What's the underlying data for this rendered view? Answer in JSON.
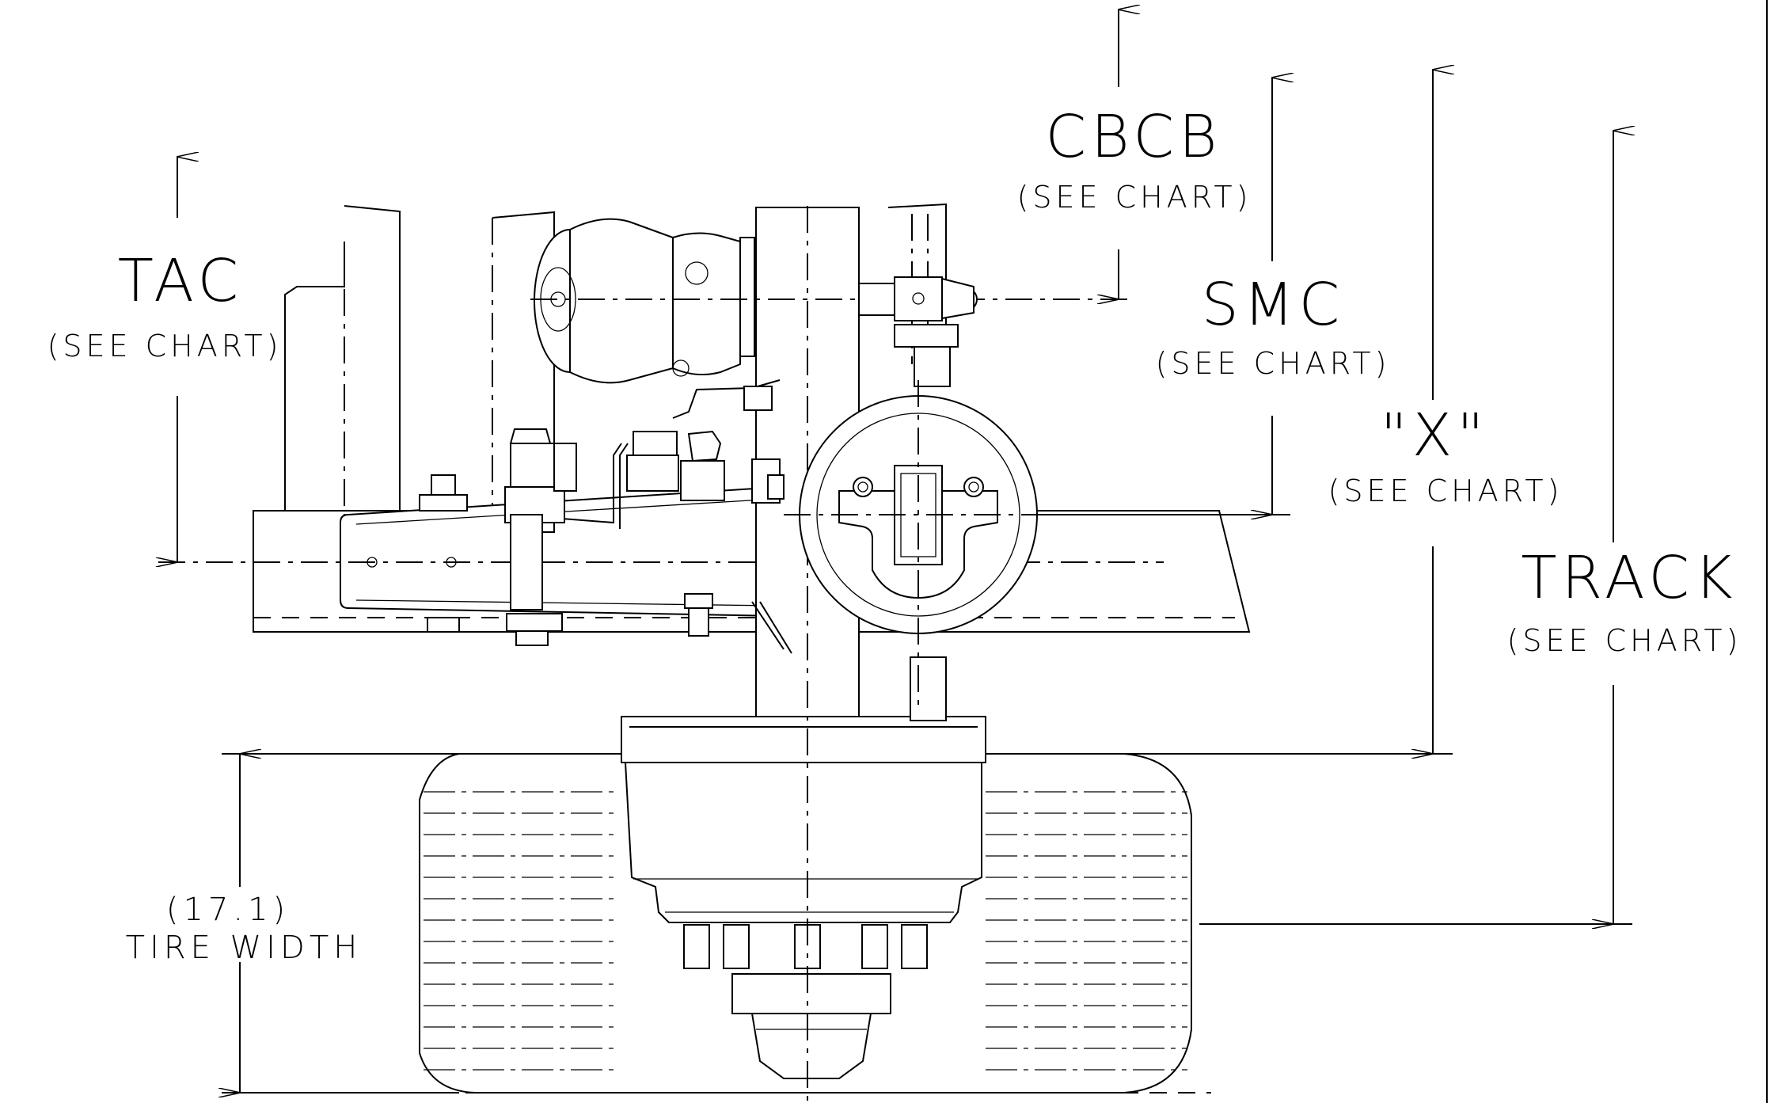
{
  "labels": {
    "tac": {
      "title": "TAC",
      "note": "(SEE CHART)"
    },
    "cbcb": {
      "title": "CBCB",
      "note": "(SEE CHART)"
    },
    "smc": {
      "title": "SMC",
      "note": "(SEE CHART)"
    },
    "x": {
      "title": "\"X\"",
      "note": "(SEE CHART)"
    },
    "track": {
      "title": "TRACK",
      "note": "(SEE CHART)"
    },
    "tire": {
      "value": "(17.1)",
      "note": "TIRE WIDTH"
    }
  }
}
